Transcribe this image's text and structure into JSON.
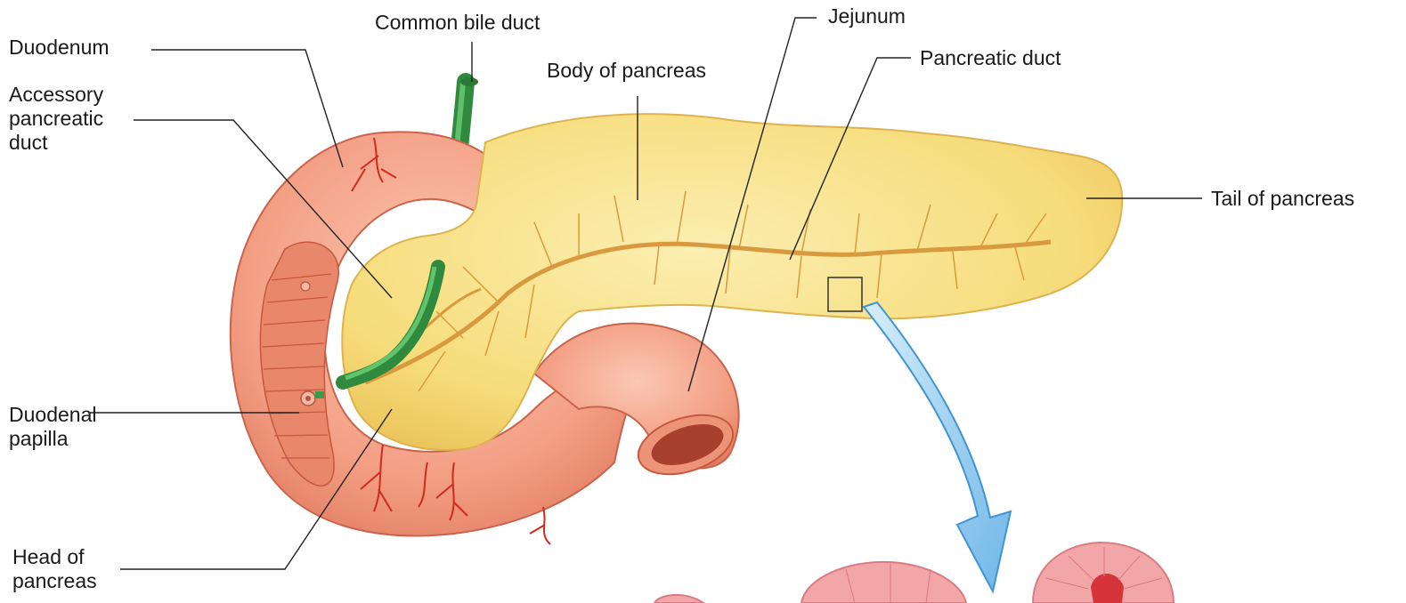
{
  "labels": {
    "duodenum": "Duodenum",
    "accessory_duct": [
      "Accessory",
      "pancreatic",
      "duct"
    ],
    "common_bile_duct": "Common bile duct",
    "body": "Body of pancreas",
    "jejunum": "Jejunum",
    "pancreatic_duct": "Pancreatic duct",
    "tail": "Tail of pancreas",
    "papilla": [
      "Duodenal",
      "papilla"
    ],
    "head": [
      "Head of",
      "pancreas"
    ]
  },
  "colors": {
    "pancreas": "#f7df7e",
    "pancreas_edge": "#e2b84a",
    "duct": "#e3a64a",
    "intestine": "#f4a285",
    "intestine_dark": "#e2775e",
    "intestine_inner": "#d9684e",
    "bile_duct": "#3d9a4a",
    "vessels": "#d0281f",
    "arrow": "#8cc8ee",
    "acini": "#f09aa0"
  }
}
